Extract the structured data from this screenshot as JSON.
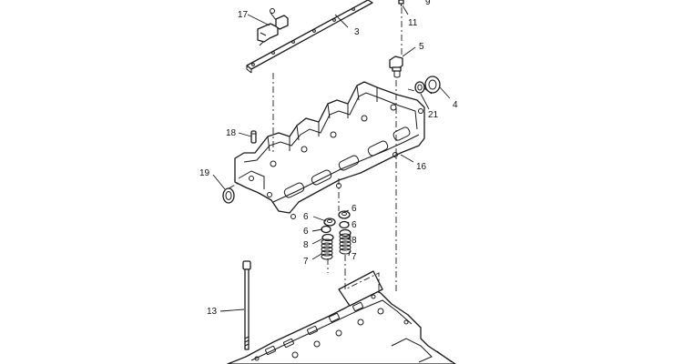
{
  "diagram": {
    "callouts": {
      "c9": "9",
      "c17": "17",
      "c11": "11",
      "c3": "3",
      "c5": "5",
      "c4": "4",
      "c21": "21",
      "c18": "18",
      "c16": "16",
      "c19": "19",
      "c6a": "6",
      "c6b": "6",
      "c6c": "6",
      "c6d": "6",
      "c8a": "8",
      "c8b": "8",
      "c7a": "7",
      "c7b": "7",
      "c13": "13"
    }
  }
}
